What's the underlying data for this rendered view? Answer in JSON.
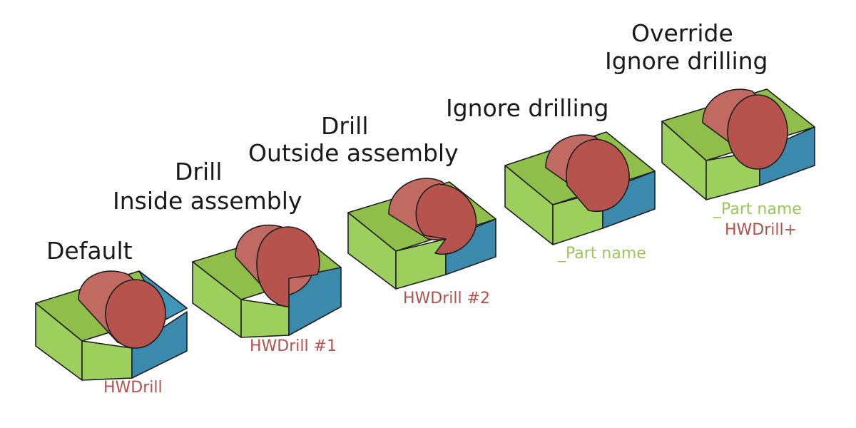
{
  "colors": {
    "green_top": "#8fbf4a",
    "green_front": "#9ccf5c",
    "green_side": "#7faf3e",
    "blue_top": "#3f96b8",
    "blue_front": "#3b8aad",
    "red_top": "#b5534c",
    "red_side": "#c16a62",
    "label_red": "#b2524a",
    "label_green": "#9cc45a"
  },
  "cases": [
    {
      "heading": [
        "Default"
      ],
      "tags": [
        {
          "text": "HWDrill",
          "tone": "red"
        }
      ]
    },
    {
      "heading": [
        "Drill",
        "Inside assembly"
      ],
      "tags": [
        {
          "text": "HWDrill #1",
          "tone": "red"
        }
      ]
    },
    {
      "heading": [
        "Drill",
        "Outside assembly"
      ],
      "tags": [
        {
          "text": "HWDrill #2",
          "tone": "red"
        }
      ]
    },
    {
      "heading": [
        "Ignore drilling"
      ],
      "tags": [
        {
          "text": "_Part name",
          "tone": "green"
        }
      ]
    },
    {
      "heading": [
        "Override",
        "Ignore drilling"
      ],
      "tags": [
        {
          "text": "_Part name",
          "tone": "green"
        },
        {
          "text": "HWDrill+",
          "tone": "red"
        }
      ]
    }
  ]
}
